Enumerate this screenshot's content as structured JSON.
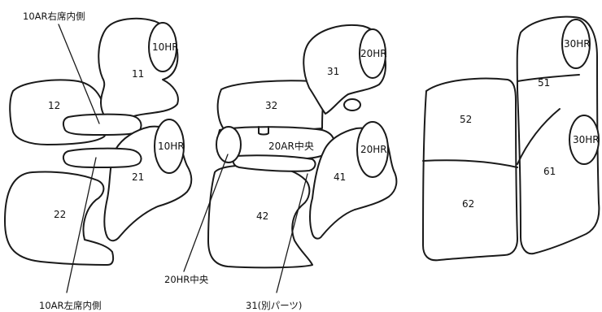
{
  "diagram": {
    "section_10": {
      "parts": [
        "11",
        "12",
        "21",
        "22"
      ],
      "headrests": [
        "10HR",
        "10HR"
      ],
      "callouts": {
        "armrest_right_inner": "10AR右席内側",
        "armrest_left_inner": "10AR左席内側"
      }
    },
    "section_20": {
      "parts": [
        "31",
        "32",
        "41",
        "42"
      ],
      "headrests": [
        "20HR",
        "20HR"
      ],
      "center_armrest": "20AR中央",
      "callouts": {
        "center_headrest": "20HR中央",
        "separate_part": "31(別パーツ)"
      }
    },
    "section_30": {
      "parts": [
        "51",
        "52",
        "61",
        "62"
      ],
      "headrests": [
        "30HR",
        "30HR"
      ]
    }
  }
}
